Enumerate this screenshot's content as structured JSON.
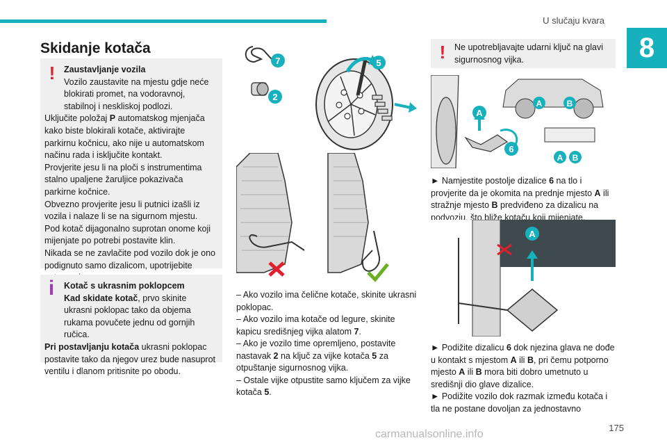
{
  "header": {
    "section": "U slučaju kvara",
    "chapter": "8",
    "page_number": "175"
  },
  "title": "Skidanje kotača",
  "warning1": {
    "heading": "Zaustavljanje vozila",
    "l1": "Vozilo zaustavite na mjestu gdje neće blokirati promet, na vodoravnoj, stabilnoj i neskliskoj podlozi.",
    "l2a": "Uključite položaj ",
    "l2b": "P",
    "l2c": " automatskog mjenjača kako biste blokirali kotače, aktivirajte parkirnu kočnicu, ako nije u automatskom načinu rada i isključite kontakt.",
    "l3": "Provjerite jesu li na ploči s instrumentima stalno upaljene žaruljice pokazivača parkirne kočnice.",
    "l4": "Obvezno provjerite jesu li putnici izašli iz vozila i nalaze li se na sigurnom mjestu.",
    "l5": "Pod kotač dijagonalno suprotan onome koji mijenjate po potrebi postavite klin.",
    "l6": "Nikada se ne zavlačite pod vozilo dok je ono podignuto samo dizalicom, upotrijebite potporanj."
  },
  "info1": {
    "heading": "Kotač s ukrasnim poklopcem",
    "l1a": "Kad skidate kotač",
    "l1b": ", prvo skinite ukrasni poklopac tako da objema rukama povučete jednu od gornjih ručica.",
    "l2a": "Pri postavljanju kotača",
    "l2b": " ukrasni poklopac postavite tako da njegov urez bude nasuprot ventilu i dlanom pritisnite po obodu."
  },
  "warning2": {
    "text": "Ne upotrebljavajte udarni ključ na glavi sigurnosnog vijka."
  },
  "middle": {
    "l1": "– Ako vozilo ima čelične kotače, skinite ukrasni poklopac.",
    "l2a": "– Ako vozilo ima kotače od legure, skinite kapicu središnjeg vijka alatom ",
    "l2b": "7",
    "l2c": ".",
    "l3a": "– Ako je vozilo time opremljeno, postavite nastavak ",
    "l3b": "2",
    "l3c": " na ključ za vijke kotača ",
    "l3d": "5",
    "l3e": " za otpuštanje sigurnosnog vijka.",
    "l4a": "– Ostale vijke otpustite samo ključem za vijke kotača ",
    "l4b": "5",
    "l4c": "."
  },
  "right": {
    "p1a": "► Namjestite postolje dizalice ",
    "p1b": "6",
    "p1c": " na tlo i provjerite da je okomita na prednje mjesto ",
    "p1d": "A",
    "p1e": " ili stražnje mjesto ",
    "p1f": "B",
    "p1g": " predviđeno za dizalicu na podvozju, što bliže kotaču koji mijenjate.",
    "p2a": "► Podižite dizalicu ",
    "p2b": "6",
    "p2c": " dok njezina glava ne dođe u kontakt s mjestom ",
    "p2d": "A",
    "p2e": " ili ",
    "p2f": "B",
    "p2g": ", pri čemu potporno mjesto ",
    "p2h": "A",
    "p2i": " ili ",
    "p2j": "B",
    "p2k": " mora biti dobro umetnuto u središnji dio glave dizalice.",
    "p3": "► Podižite vozilo dok razmak između kotača i tla ne postane dovoljan za jednostavno"
  },
  "callouts": {
    "n7": "7",
    "n5": "5",
    "n2": "2",
    "a": "A",
    "b": "B",
    "n6": "6"
  },
  "watermark": "carmanualsonline.info",
  "colors": {
    "accent": "#17b1bd",
    "warning": "#e0202d",
    "info": "#9b3fae",
    "ok": "#6ab023"
  }
}
